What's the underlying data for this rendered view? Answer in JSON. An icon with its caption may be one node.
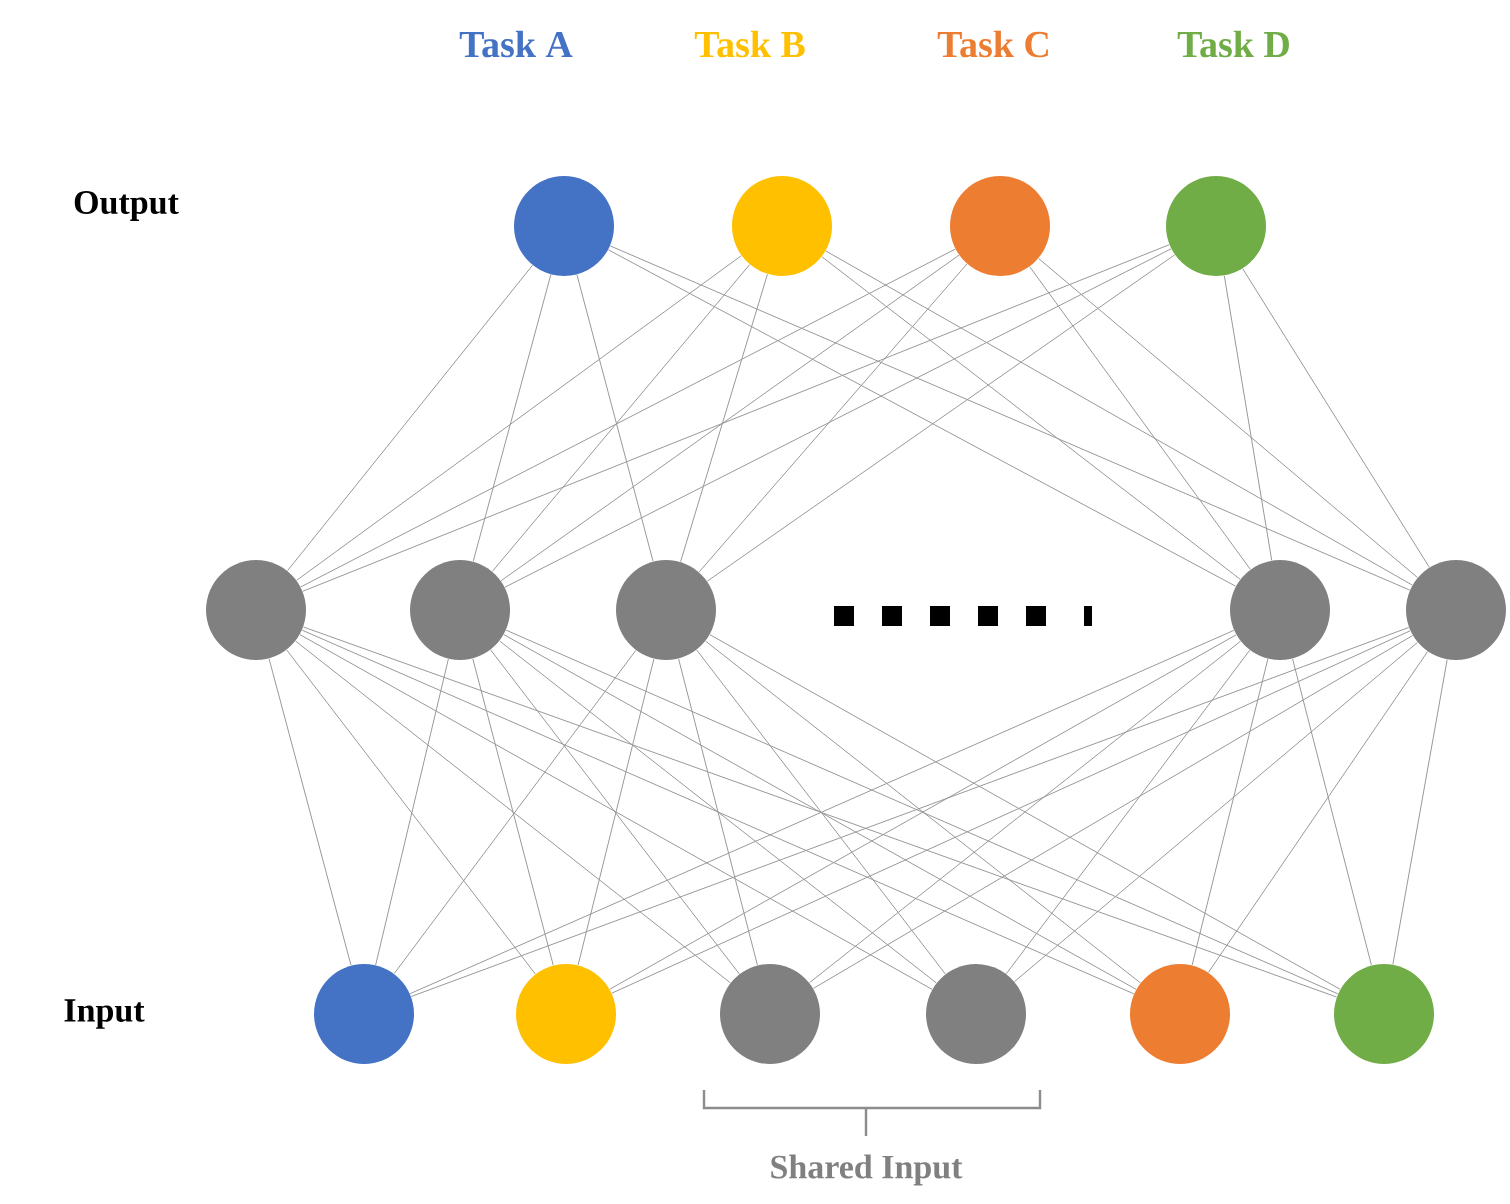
{
  "diagram": {
    "nodes": [
      {
        "text": [],
        "shape": "circle",
        "beside": [
          "Task A"
        ]
      },
      {
        "text": [],
        "shape": "circle",
        "beside": [
          "Task B"
        ]
      },
      {
        "text": [],
        "shape": "circle",
        "beside": [
          "Task C"
        ]
      },
      {
        "text": [],
        "shape": "circle",
        "beside": [
          "Task D"
        ]
      },
      {
        "text": [],
        "shape": "circle"
      },
      {
        "text": [],
        "shape": "circle"
      },
      {
        "text": [],
        "shape": "circle"
      },
      {
        "text": [],
        "shape": "circle"
      },
      {
        "text": [],
        "shape": "circle"
      },
      {
        "text": [],
        "shape": "circle"
      },
      {
        "text": [],
        "shape": "circle"
      },
      {
        "text": [],
        "shape": "circle"
      },
      {
        "text": [],
        "shape": "circle"
      },
      {
        "text": [],
        "shape": "circle"
      },
      {
        "text": [],
        "shape": "circle"
      }
    ],
    "edges": [
      {
        "from": 0,
        "to": 4,
        "arrow": "none"
      },
      {
        "from": 0,
        "to": 5,
        "arrow": "none"
      },
      {
        "from": 0,
        "to": 6,
        "arrow": "none"
      },
      {
        "from": 0,
        "to": 7,
        "arrow": "none"
      },
      {
        "from": 0,
        "to": 8,
        "arrow": "none"
      },
      {
        "from": 1,
        "to": 4,
        "arrow": "none"
      },
      {
        "from": 1,
        "to": 5,
        "arrow": "none"
      },
      {
        "from": 1,
        "to": 6,
        "arrow": "none"
      },
      {
        "from": 1,
        "to": 7,
        "arrow": "none"
      },
      {
        "from": 1,
        "to": 8,
        "arrow": "none"
      },
      {
        "from": 2,
        "to": 4,
        "arrow": "none"
      },
      {
        "from": 2,
        "to": 5,
        "arrow": "none"
      },
      {
        "from": 2,
        "to": 6,
        "arrow": "none"
      },
      {
        "from": 2,
        "to": 7,
        "arrow": "none"
      },
      {
        "from": 2,
        "to": 8,
        "arrow": "none"
      },
      {
        "from": 3,
        "to": 4,
        "arrow": "none"
      },
      {
        "from": 3,
        "to": 5,
        "arrow": "none"
      },
      {
        "from": 3,
        "to": 6,
        "arrow": "none"
      },
      {
        "from": 3,
        "to": 7,
        "arrow": "none"
      },
      {
        "from": 3,
        "to": 8,
        "arrow": "none"
      },
      {
        "from": 4,
        "to": 9,
        "arrow": "none"
      },
      {
        "from": 4,
        "to": 10,
        "arrow": "none"
      },
      {
        "from": 4,
        "to": 11,
        "arrow": "none"
      },
      {
        "from": 4,
        "to": 12,
        "arrow": "none"
      },
      {
        "from": 4,
        "to": 13,
        "arrow": "none"
      },
      {
        "from": 4,
        "to": 14,
        "arrow": "none"
      },
      {
        "from": 5,
        "to": 9,
        "arrow": "none"
      },
      {
        "from": 5,
        "to": 10,
        "arrow": "none"
      },
      {
        "from": 5,
        "to": 11,
        "arrow": "none"
      },
      {
        "from": 5,
        "to": 12,
        "arrow": "none"
      },
      {
        "from": 5,
        "to": 13,
        "arrow": "none"
      },
      {
        "from": 5,
        "to": 14,
        "arrow": "none"
      },
      {
        "from": 6,
        "to": 9,
        "arrow": "none"
      },
      {
        "from": 6,
        "to": 10,
        "arrow": "none"
      },
      {
        "from": 6,
        "to": 11,
        "arrow": "none"
      },
      {
        "from": 6,
        "to": 12,
        "arrow": "none"
      },
      {
        "from": 6,
        "to": 13,
        "arrow": "none"
      },
      {
        "from": 6,
        "to": 14,
        "arrow": "none"
      },
      {
        "from": 7,
        "to": 9,
        "arrow": "none"
      },
      {
        "from": 7,
        "to": 10,
        "arrow": "none"
      },
      {
        "from": 7,
        "to": 11,
        "arrow": "none"
      },
      {
        "from": 7,
        "to": 12,
        "arrow": "none"
      },
      {
        "from": 7,
        "to": 13,
        "arrow": "none"
      },
      {
        "from": 7,
        "to": 14,
        "arrow": "none"
      },
      {
        "from": 8,
        "to": 9,
        "arrow": "none"
      },
      {
        "from": 8,
        "to": 10,
        "arrow": "none"
      },
      {
        "from": 8,
        "to": 11,
        "arrow": "none"
      },
      {
        "from": 8,
        "to": 12,
        "arrow": "none"
      },
      {
        "from": 8,
        "to": 13,
        "arrow": "none"
      },
      {
        "from": 8,
        "to": 14,
        "arrow": "none"
      }
    ],
    "labels": [
      "Output",
      "Input",
      "Shared Input"
    ]
  }
}
